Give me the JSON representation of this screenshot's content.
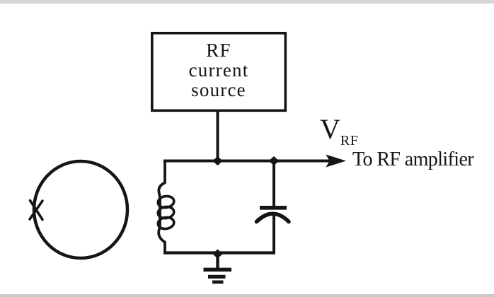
{
  "figure": {
    "type": "circuit-diagram",
    "source_box_label": "RF\ncurrent\nsource",
    "output_voltage_symbol": "V",
    "output_voltage_subscript": "RF",
    "output_destination_label": "To RF amplifier"
  },
  "symbols": [
    {
      "name": "pickup-loop-icon",
      "shape": "circle with x mark on left edge"
    },
    {
      "name": "inductor-coil-icon",
      "shape": "three loop coil on left branch"
    },
    {
      "name": "capacitor-icon",
      "shape": "flat top plate over curved bottom plate"
    },
    {
      "name": "ground-icon",
      "shape": "three shrinking bars"
    },
    {
      "name": "junction-dot",
      "count": 3
    },
    {
      "name": "output-arrow",
      "direction": "right"
    }
  ],
  "colors": {
    "ink": "#151515",
    "background": "#ffffff",
    "top_strip": "#d6d6d6",
    "bottom_strip": "#cacaca"
  }
}
